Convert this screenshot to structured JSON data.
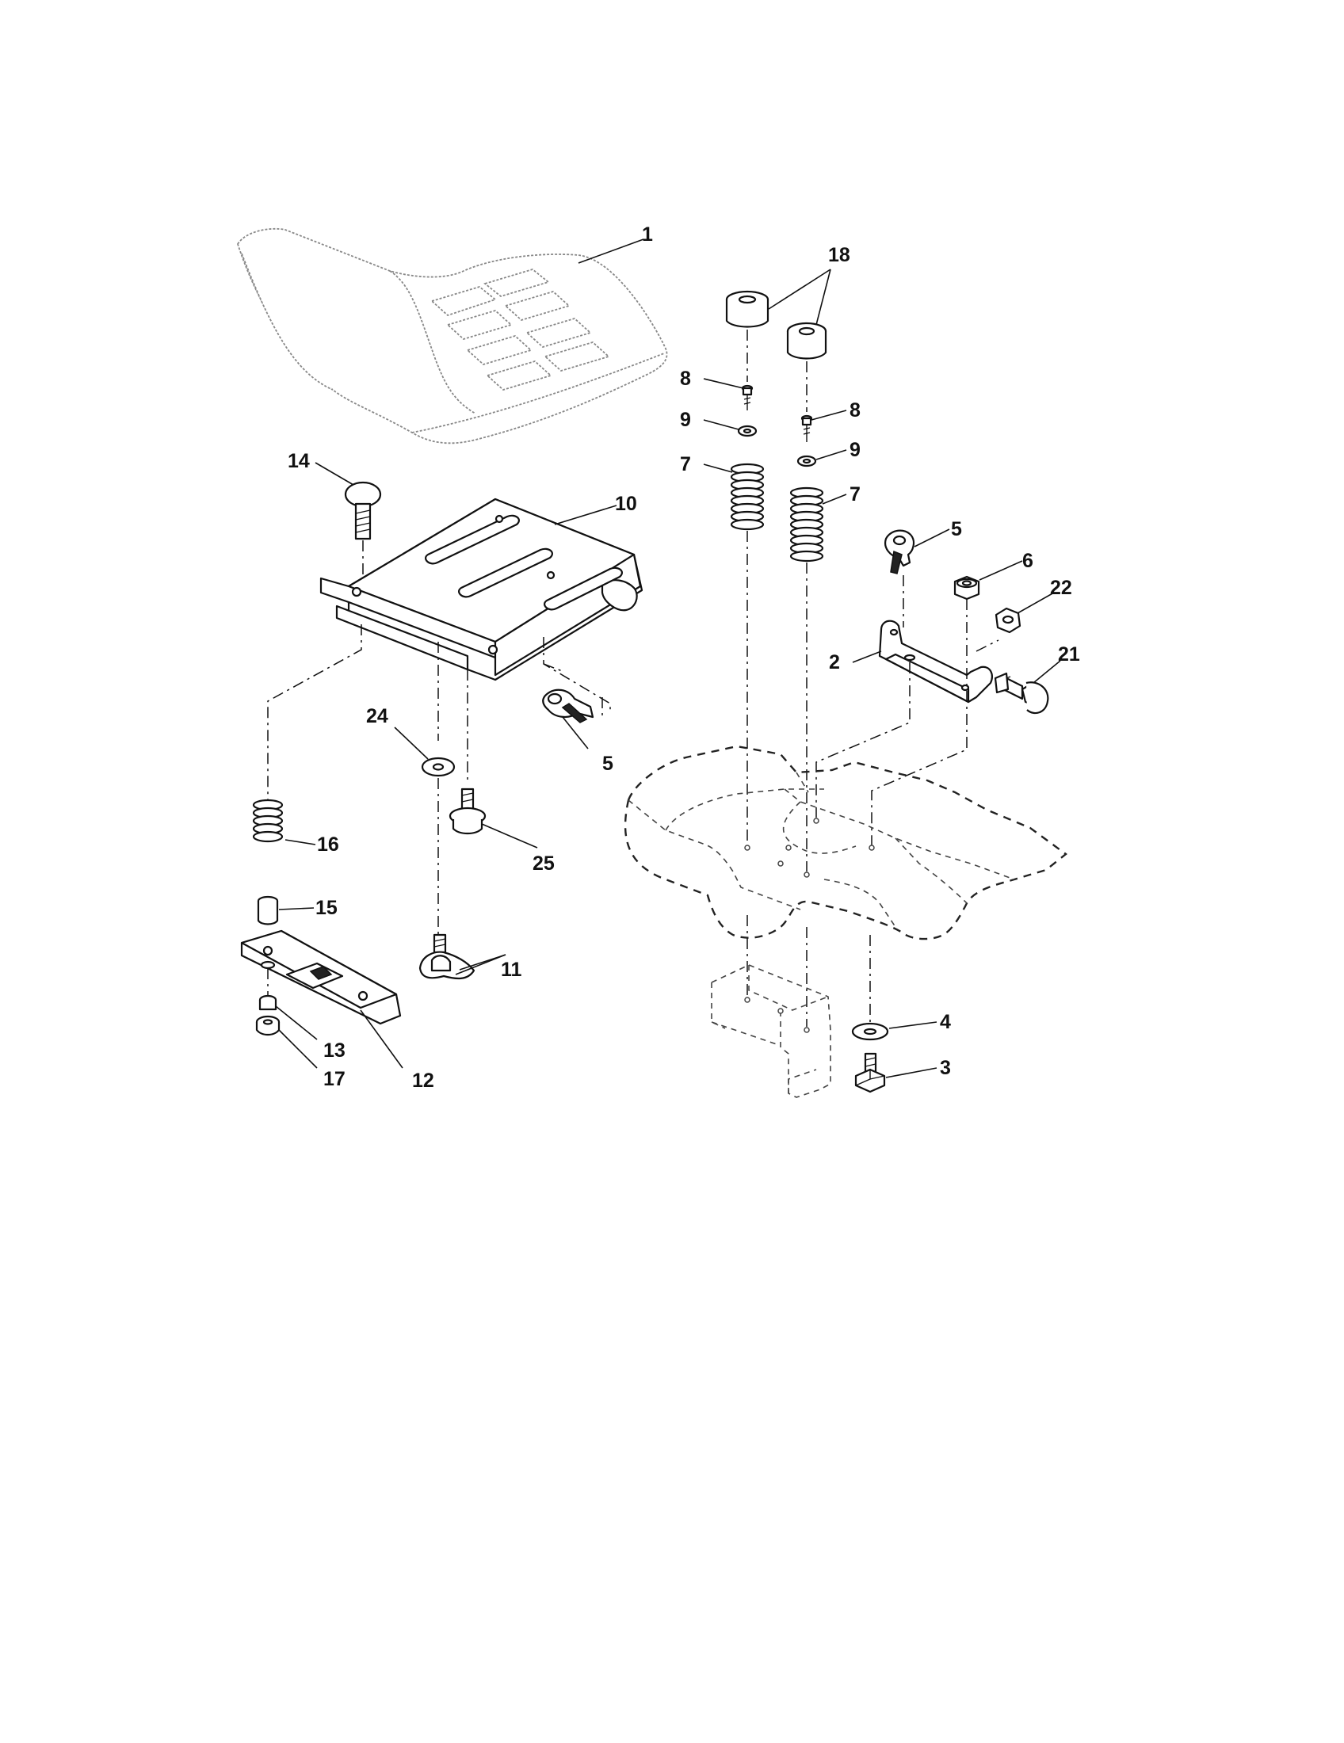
{
  "callouts": {
    "c1": "1",
    "c2": "2",
    "c3": "3",
    "c4": "4",
    "c5a": "5",
    "c5b": "5",
    "c6": "6",
    "c7a": "7",
    "c7b": "7",
    "c8a": "8",
    "c8b": "8",
    "c9a": "9",
    "c9b": "9",
    "c10": "10",
    "c11": "11",
    "c12": "12",
    "c13": "13",
    "c14": "14",
    "c15": "15",
    "c16": "16",
    "c17": "17",
    "c18": "18",
    "c21": "21",
    "c22": "22",
    "c24": "24",
    "c25": "25"
  }
}
